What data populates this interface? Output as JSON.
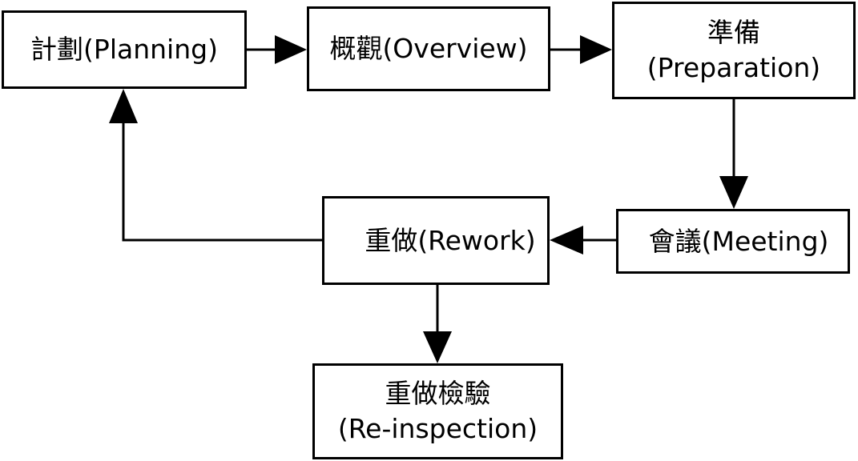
{
  "nodes": {
    "planning": {
      "label": "計劃(Planning)"
    },
    "overview": {
      "label": "概觀(Overview)"
    },
    "preparation": {
      "line1": "準備",
      "line2": "(Preparation)"
    },
    "meeting": {
      "label": "會議(Meeting)"
    },
    "rework": {
      "label": "重做(Rework)"
    },
    "reinspection": {
      "line1": "重做檢驗",
      "line2": "(Re-inspection)"
    }
  },
  "colors": {
    "stroke": "#000000",
    "fill": "#ffffff",
    "text": "#000000"
  }
}
